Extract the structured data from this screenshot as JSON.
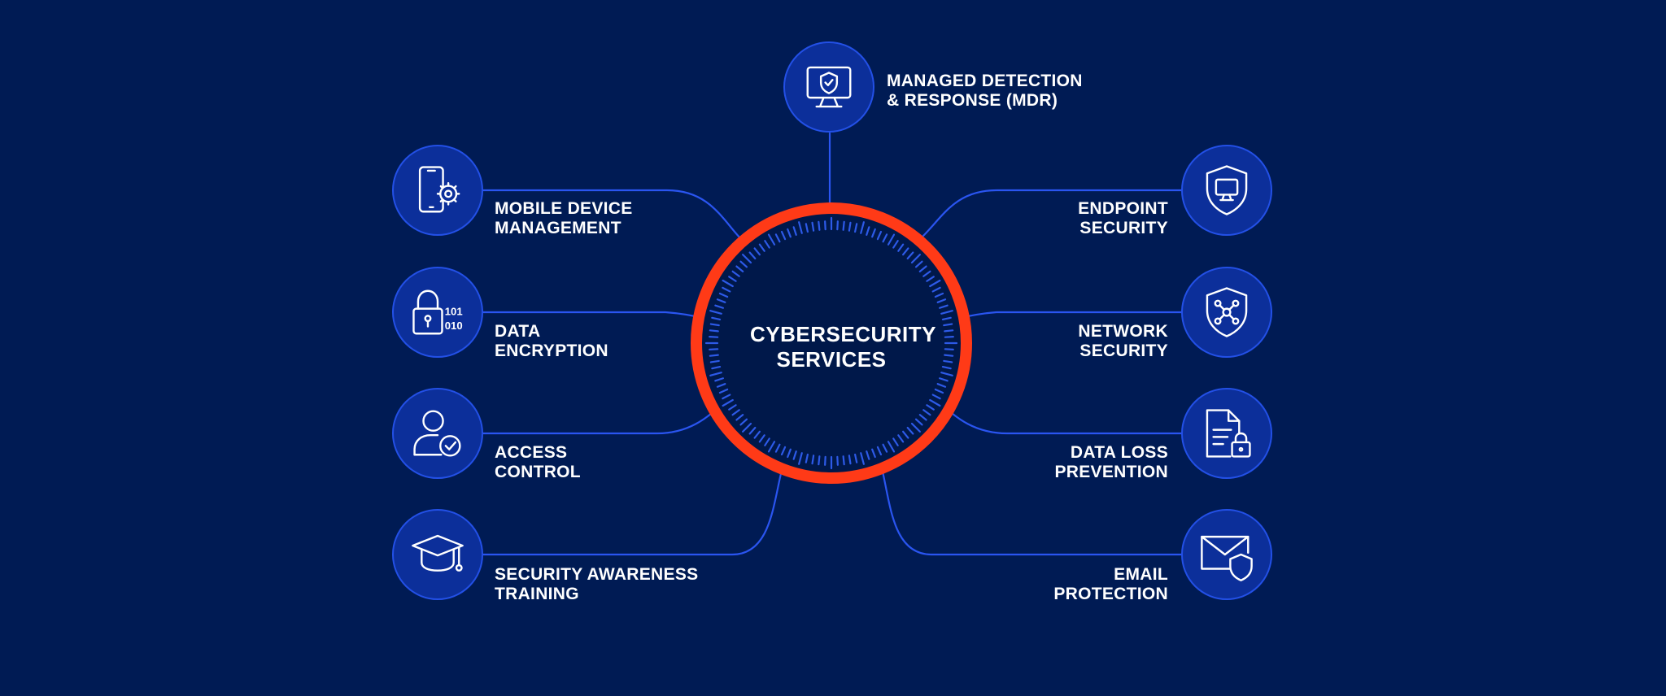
{
  "center": {
    "line1": "CYBERSECURITY",
    "line2": "SERVICES"
  },
  "colors": {
    "background": "#001b54",
    "ring": "#ff3a17",
    "node_fill": "#0c2f9a",
    "node_stroke": "#2350e6",
    "connector": "#2a55f0"
  },
  "services": {
    "mdr": {
      "line1": "MANAGED DETECTION",
      "line2": "& RESPONSE (MDR)",
      "icon": "monitor-shield-icon"
    },
    "mdm": {
      "line1": "MOBILE DEVICE",
      "line2": "MANAGEMENT",
      "icon": "phone-gear-icon"
    },
    "encryption": {
      "line1": "DATA",
      "line2": "ENCRYPTION",
      "icon": "lock-binary-icon",
      "icon_text1": "101",
      "icon_text2": "010"
    },
    "access": {
      "line1": "ACCESS",
      "line2": "CONTROL",
      "icon": "user-check-icon"
    },
    "training": {
      "line1": "SECURITY AWARENESS",
      "line2": "TRAINING",
      "icon": "graduation-cap-icon"
    },
    "endpoint": {
      "line1": "ENDPOINT",
      "line2": "SECURITY",
      "icon": "shield-monitor-icon"
    },
    "network": {
      "line1": "NETWORK",
      "line2": "SECURITY",
      "icon": "shield-network-icon"
    },
    "dlp": {
      "line1": "DATA LOSS",
      "line2": "PREVENTION",
      "icon": "document-lock-icon"
    },
    "email": {
      "line1": "EMAIL",
      "line2": "PROTECTION",
      "icon": "envelope-shield-icon"
    }
  }
}
